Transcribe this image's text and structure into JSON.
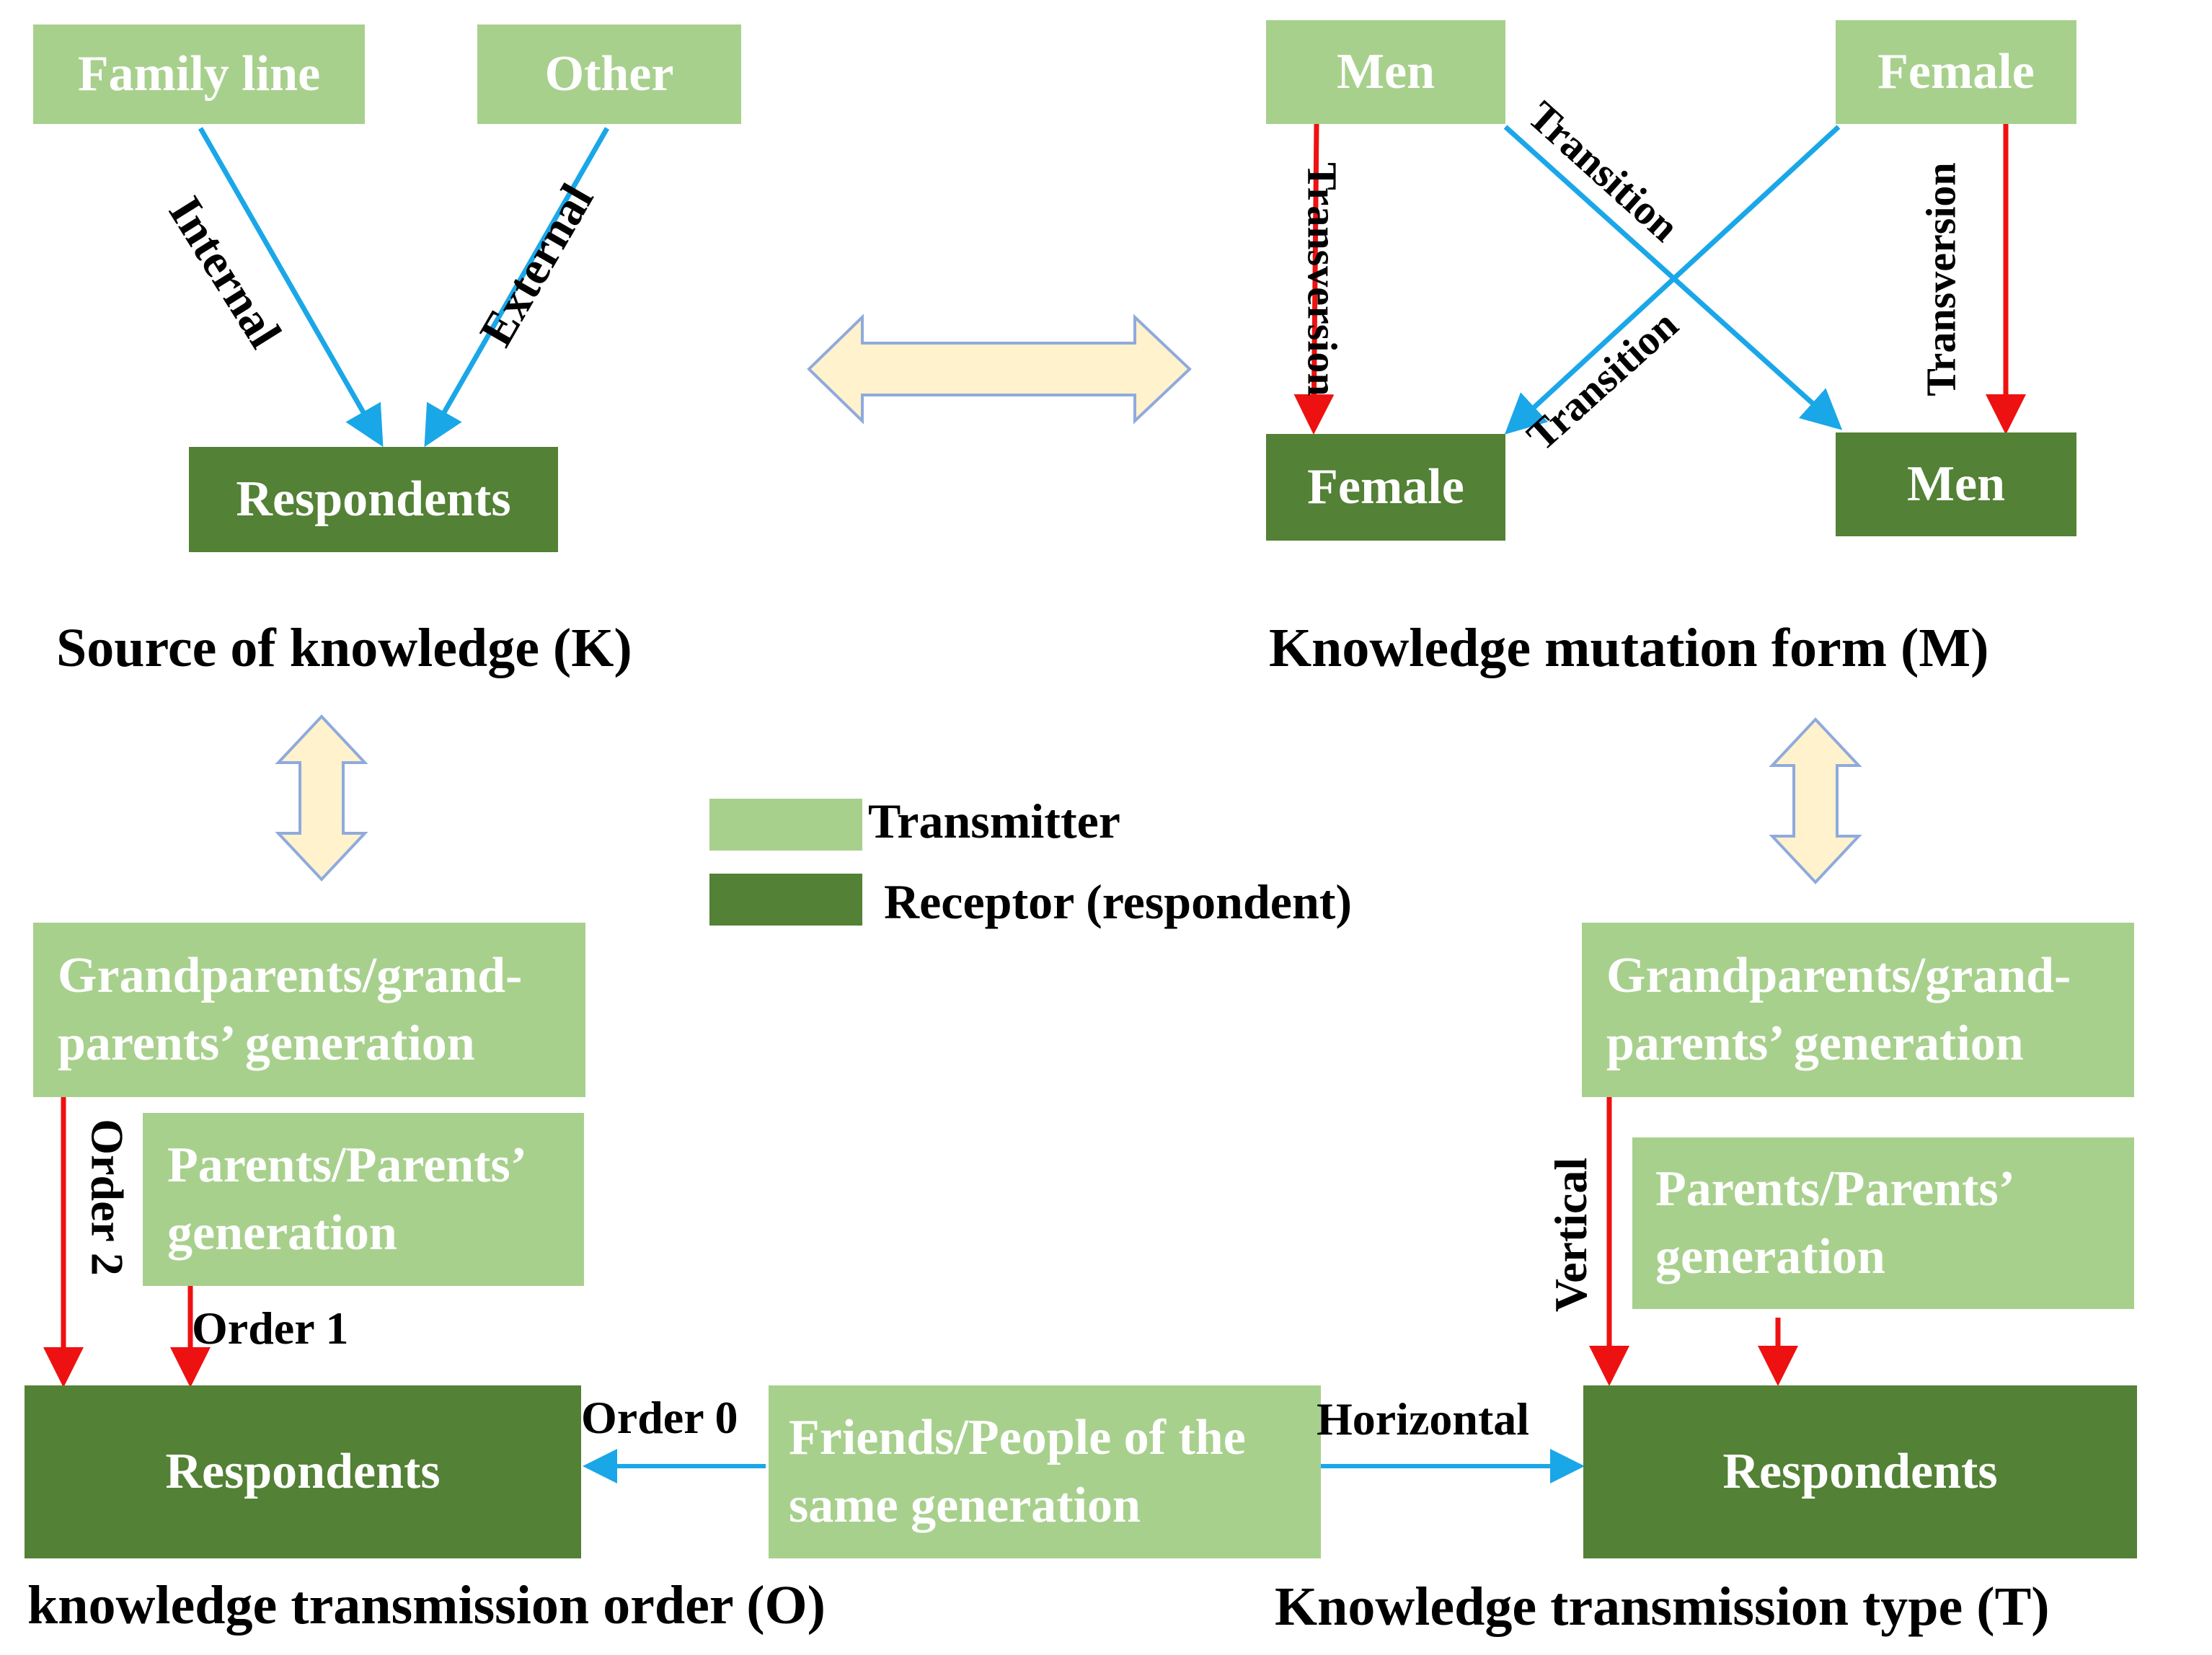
{
  "colors": {
    "transmitter": "#a8d08d",
    "receptor": "#538135",
    "blue_arrow": "#1aa7e8",
    "red_arrow": "#ee1111",
    "block_arrow_fill": "#fff2cc",
    "block_arrow_stroke": "#8faadc"
  },
  "legend": {
    "transmitter": "Transmitter",
    "receptor": "Receptor (respondent)"
  },
  "panel_k": {
    "caption": "Source of knowledge (K)",
    "family_line": "Family line",
    "other": "Other",
    "respondents": "Respondents",
    "internal": "Internal",
    "external": "External"
  },
  "panel_m": {
    "caption": "Knowledge mutation form (M)",
    "men_top": "Men",
    "female_top": "Female",
    "female_bottom": "Female",
    "men_bottom": "Men",
    "transversion_left": "Transversion",
    "transversion_right": "Transversion",
    "transition_upper": "Transition",
    "transition_lower": "Transition"
  },
  "panel_o": {
    "caption": "knowledge transmission order (O)",
    "grandparents": "Grandparents/grand-parents’ generation",
    "parents": "Parents/Parents’ generation",
    "respondents": "Respondents",
    "order2": "Order 2",
    "order1": "Order 1",
    "order0": "Order 0"
  },
  "panel_t": {
    "caption": "Knowledge transmission type (T)",
    "grandparents": "Grandparents/grand-parents’ generation",
    "parents": "Parents/Parents’ generation",
    "respondents": "Respondents",
    "vertical": "Vertical",
    "horizontal": "Horizontal"
  },
  "friends": "Friends/People of the same generation"
}
